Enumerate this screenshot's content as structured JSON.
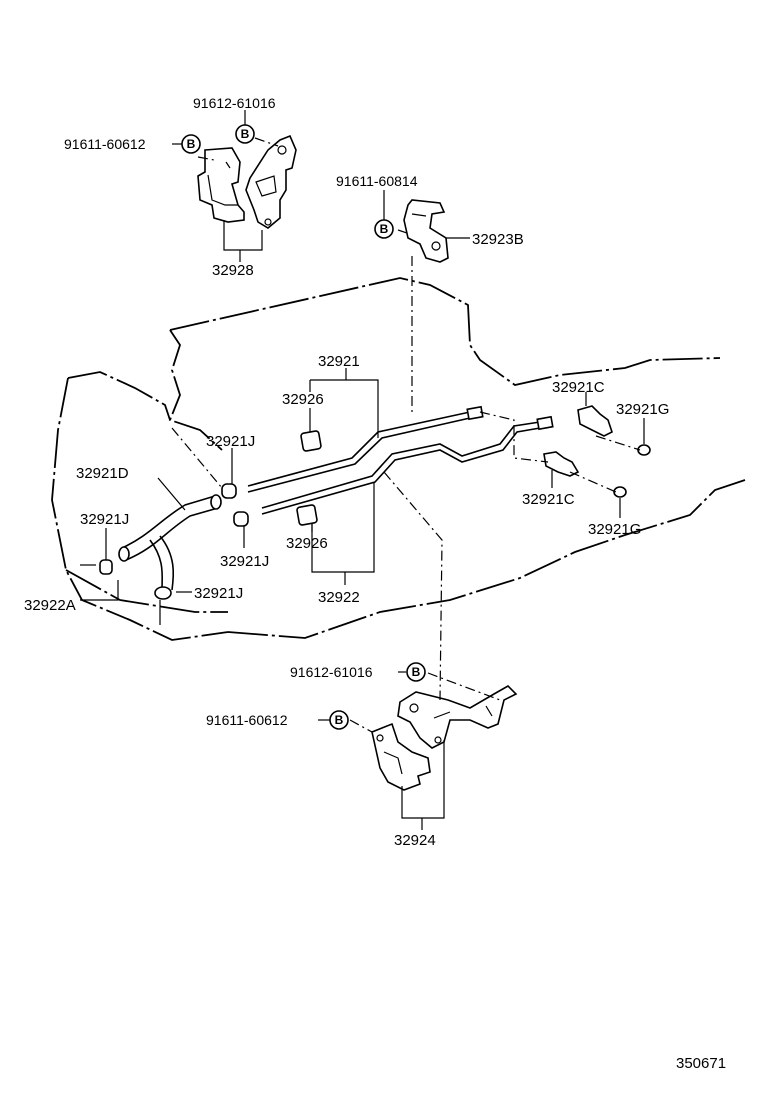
{
  "parts": {
    "p91612_top": "91612-61016",
    "p91611_top": "91611-60612",
    "p32928": "32928",
    "p91611_60814": "91611-60814",
    "p32923B": "32923B",
    "p32921": "32921",
    "p32926_upper": "32926",
    "p32921J_upper": "32921J",
    "p32921D": "32921D",
    "p32921J_left": "32921J",
    "p32922A": "32922A",
    "p32921J_mid": "32921J",
    "p32921J_lower": "32921J",
    "p32926_lower": "32926",
    "p32922": "32922",
    "p32921C_upper": "32921C",
    "p32921G_upper": "32921G",
    "p32921C_lower": "32921C",
    "p32921G_lower": "32921G",
    "p91612_bottom": "91612-61016",
    "p91611_bottom": "91611-60612",
    "p32924": "32924"
  },
  "bolt_marker": "B",
  "figure_number": "350671"
}
